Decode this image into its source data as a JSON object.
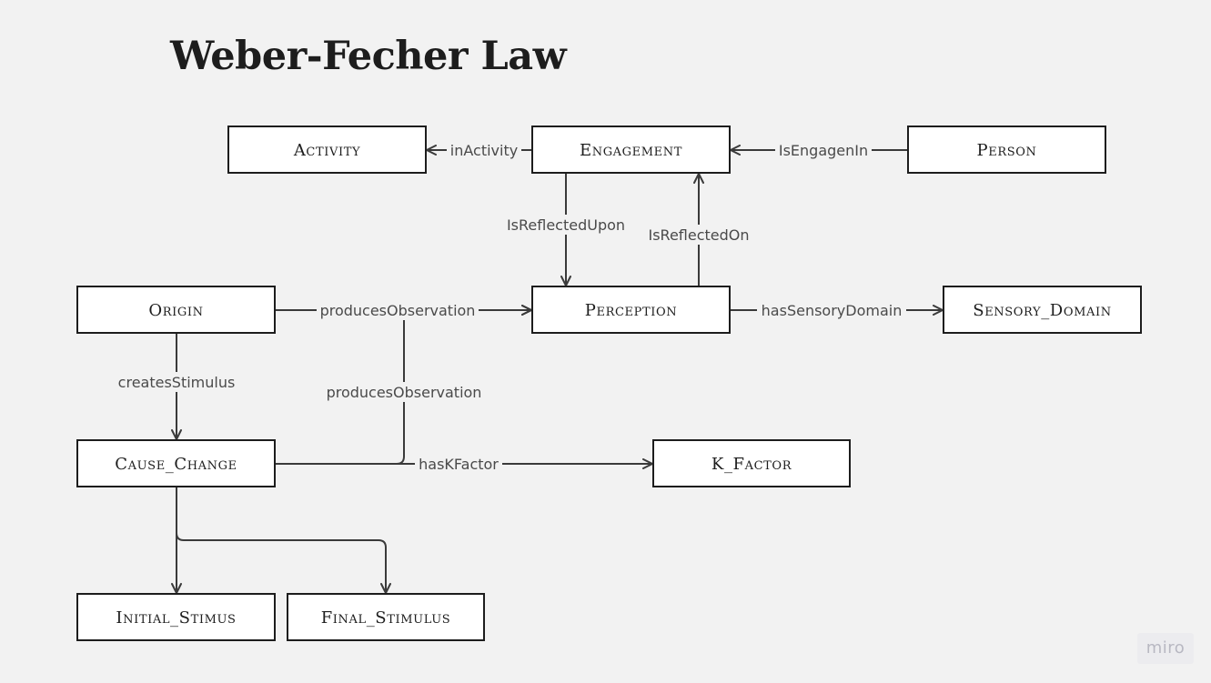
{
  "title": "Weber-Fecher Law",
  "nodes": {
    "activity": "Activity",
    "engagement": "Engagement",
    "person": "Person",
    "origin": "Origin",
    "perception": "Perception",
    "sensory_domain": "Sensory_Domain",
    "cause_change": "Cause_Change",
    "k_factor": "K_Factor",
    "initial_stimus": "Initial_Stimus",
    "final_stimulus": "Final_Stimulus"
  },
  "edges": {
    "in_activity": "inActivity",
    "is_engagen_in": "IsEngagenIn",
    "is_reflected_upon": "IsReflectedUpon",
    "is_reflected_on": "IsReflectedOn",
    "origin_produces_observation": "producesObservation",
    "has_sensory_domain": "hasSensoryDomain",
    "creates_stimulus": "createsStimulus",
    "cause_produces_observation": "producesObservation",
    "has_k_factor": "hasKFactor"
  },
  "watermark": "miro",
  "colors": {
    "background": "#f2f2f2",
    "node_fill": "#ffffff",
    "node_stroke": "#1d1d1d",
    "edge": "#3a3a3a",
    "edge_text": "#4a4a4a"
  }
}
